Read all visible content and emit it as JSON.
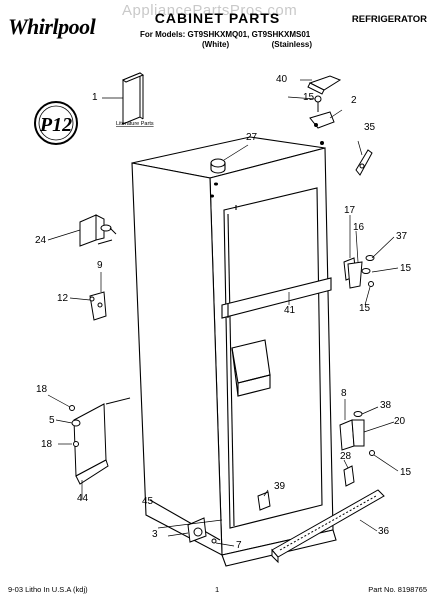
{
  "header": {
    "brand": "Whirlpool",
    "watermark": "AppliancePartsPros.com",
    "title": "CABINET PARTS",
    "category": "REFRIGERATOR",
    "models_line": "For Models: GT9SHKXMQ01, GT9SHKXMS01",
    "variant_white": "(White)",
    "variant_stainless": "(Stainless)"
  },
  "badge": {
    "label": "P12"
  },
  "literature": {
    "label": "Literature Parts"
  },
  "callouts": [
    "1",
    "2",
    "3",
    "5",
    "7",
    "8",
    "9",
    "12",
    "15",
    "15",
    "15",
    "15",
    "16",
    "17",
    "18",
    "18",
    "20",
    "24",
    "27",
    "28",
    "35",
    "36",
    "37",
    "38",
    "39",
    "40",
    "41",
    "44",
    "45"
  ],
  "footer": {
    "left": "9-03 Litho In U.S.A (kdj)",
    "center": "1",
    "right": "Part No. 8198765"
  },
  "colors": {
    "ink": "#000000",
    "watermark": "#c9c9c9"
  }
}
